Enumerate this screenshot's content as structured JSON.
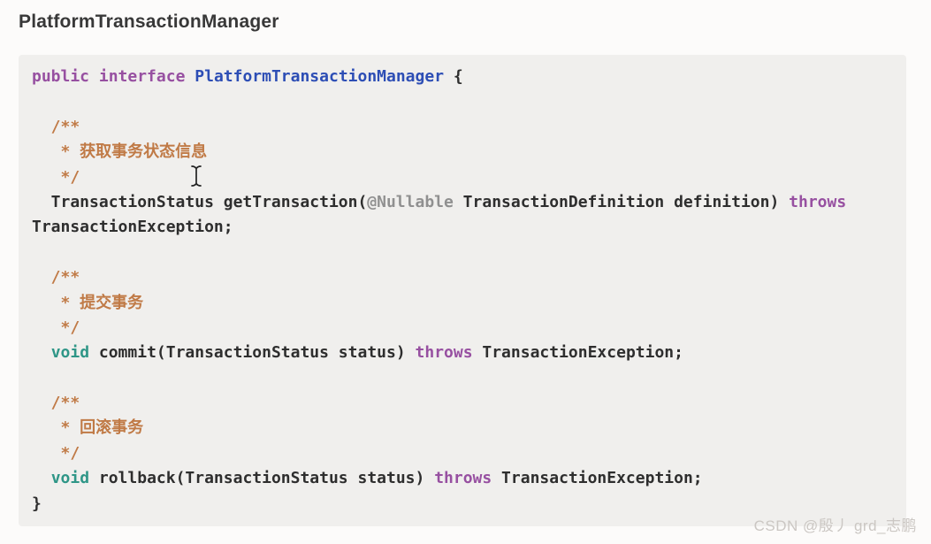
{
  "page": {
    "background": "#fcfbfa",
    "watermark_text": "CSDN @殷丿 grd_志鹏"
  },
  "header": {
    "title": "PlatformTransactionManager"
  },
  "icons": {
    "cursor": "text-ibeam-cursor"
  },
  "code_block": {
    "language": "java",
    "background": "#f0efed",
    "colors": {
      "plain": "#2e2e2e",
      "keyword": "#9750a1",
      "class_name": "#2d4eb5",
      "comment": "#c07a46",
      "builtin": "#2f9687",
      "annotation": "#909090"
    },
    "lines": [
      [
        {
          "t": "public",
          "c": "keyword"
        },
        {
          "t": " ",
          "c": "plain"
        },
        {
          "t": "interface",
          "c": "keyword"
        },
        {
          "t": " ",
          "c": "plain"
        },
        {
          "t": "PlatformTransactionManager",
          "c": "class_name"
        },
        {
          "t": " {",
          "c": "plain"
        }
      ],
      [],
      [
        {
          "t": "  /**",
          "c": "comment"
        }
      ],
      [
        {
          "t": "   * 获取事务状态信息",
          "c": "comment"
        }
      ],
      [
        {
          "t": "   */",
          "c": "comment"
        }
      ],
      [
        {
          "t": "  TransactionStatus getTransaction(",
          "c": "plain"
        },
        {
          "t": "@Nullable",
          "c": "annotation"
        },
        {
          "t": " TransactionDefinition definition) ",
          "c": "plain"
        },
        {
          "t": "throws",
          "c": "keyword"
        }
      ],
      [
        {
          "t": "TransactionException;",
          "c": "plain"
        }
      ],
      [],
      [
        {
          "t": "  /**",
          "c": "comment"
        }
      ],
      [
        {
          "t": "   * 提交事务",
          "c": "comment"
        }
      ],
      [
        {
          "t": "   */",
          "c": "comment"
        }
      ],
      [
        {
          "t": "  ",
          "c": "plain"
        },
        {
          "t": "void",
          "c": "builtin"
        },
        {
          "t": " commit(TransactionStatus status) ",
          "c": "plain"
        },
        {
          "t": "throws",
          "c": "keyword"
        },
        {
          "t": " TransactionException;",
          "c": "plain"
        }
      ],
      [],
      [
        {
          "t": "  /**",
          "c": "comment"
        }
      ],
      [
        {
          "t": "   * 回滚事务",
          "c": "comment"
        }
      ],
      [
        {
          "t": "   */",
          "c": "comment"
        }
      ],
      [
        {
          "t": "  ",
          "c": "plain"
        },
        {
          "t": "void",
          "c": "builtin"
        },
        {
          "t": " rollback(TransactionStatus status) ",
          "c": "plain"
        },
        {
          "t": "throws",
          "c": "keyword"
        },
        {
          "t": " TransactionException;",
          "c": "plain"
        }
      ],
      [
        {
          "t": "}",
          "c": "plain"
        }
      ]
    ]
  }
}
